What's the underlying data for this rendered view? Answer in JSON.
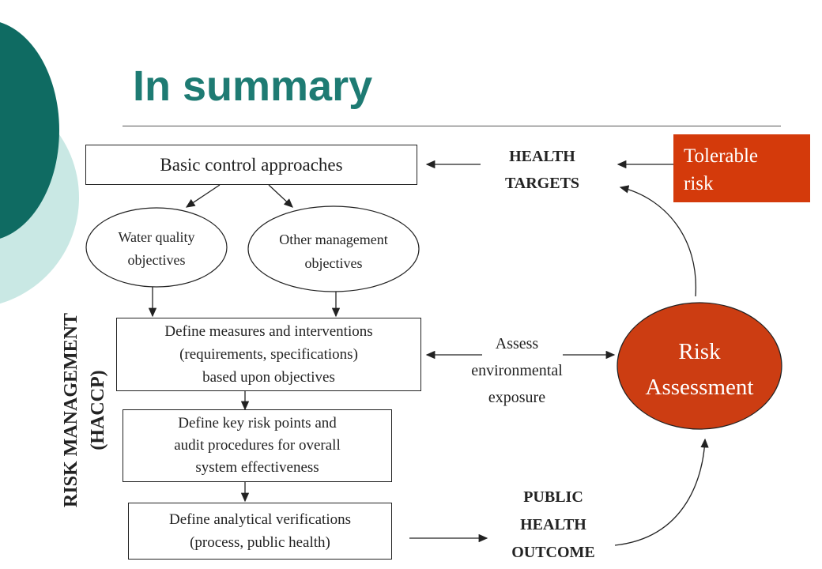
{
  "slide": {
    "title": "In summary"
  },
  "diagram": {
    "basic_control": "Basic control approaches",
    "health_targets": "HEALTH\nTARGETS",
    "tolerable_risk": "Tolerable\n risk",
    "water_quality": "Water quality\nobjectives",
    "other_management": "Other management\nobjectives",
    "define_measures": "Define measures and interventions\n(requirements, specifications)\nbased upon objectives",
    "assess_exposure": "Assess\nenvironmental\nexposure",
    "risk_assessment": "Risk\nAssessment",
    "define_key_risk": "Define key risk points and\naudit procedures for overall\nsystem effectiveness",
    "define_analytical": "Define analytical verifications\n(process, public health)",
    "public_health_outcome": "PUBLIC\nHEALTH\nOUTCOME",
    "side_label": "RISK  MANAGEMENT\n(HACCP)"
  },
  "colors": {
    "title": "#1e7b73",
    "teal_dark": "#0f6b62",
    "teal_light": "#c9e8e4",
    "tolerable_fill": "#d43a0b",
    "risk_fill": "#cc3d12"
  }
}
